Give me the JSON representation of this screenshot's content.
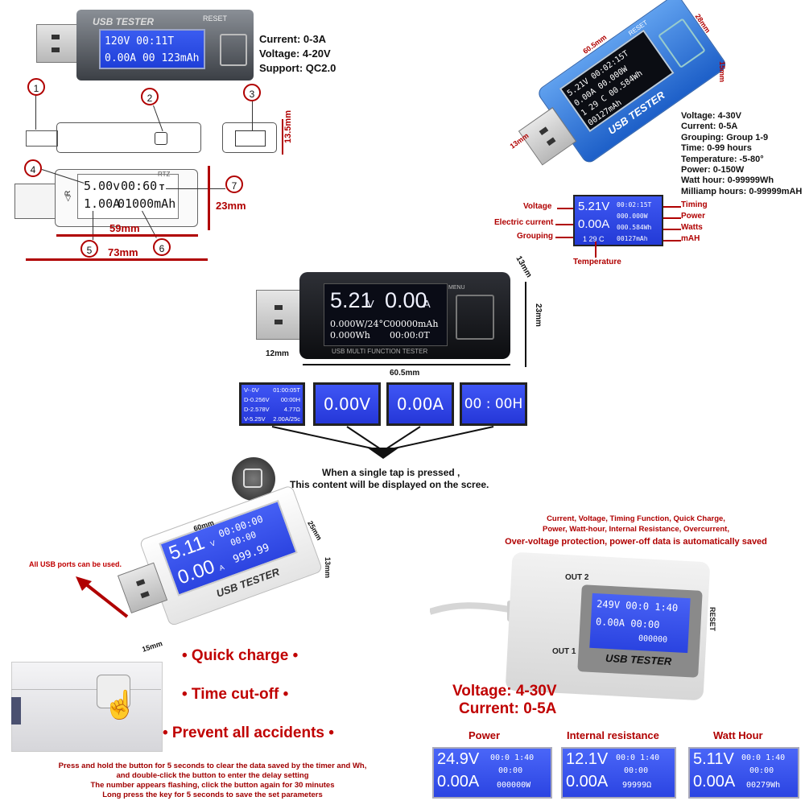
{
  "top_left": {
    "device_label": "USB TESTER",
    "reset_label": "RESET",
    "lcd_line1": "120V 00:11T",
    "lcd_line2": "0.00A 00 123mAh",
    "specs": [
      "Current: 0-3A",
      "Voltage: 4-20V",
      "Support:  QC2.0"
    ]
  },
  "callouts": [
    "1",
    "2",
    "3",
    "4",
    "5",
    "6",
    "7"
  ],
  "dims": {
    "side_height": "13.5mm",
    "front_height": "23mm",
    "screen_width": "59mm",
    "total_length": "73mm"
  },
  "line_device": {
    "voltage": "5.00v",
    "time": "00:60",
    "time_suffix": "T",
    "current": "1.00A",
    "mah": "01000mAh",
    "side_left": "◁R",
    "side_right": "RTZ"
  },
  "blue_device": {
    "dims": [
      "60.5mm",
      "28mm",
      "15mm",
      "13mm"
    ],
    "lcd": [
      "5.21V 00:02:15T",
      "0.00A 00.000W",
      "1 29 C 00.584Wh",
      "00127mAh"
    ],
    "label": "USB TESTER",
    "reset_label": "RESET",
    "specs": [
      "Voltage: 4-30V",
      "Current: 0-5A",
      "Grouping: Group 1-9",
      "Time: 0-99 hours",
      "Temperature: -5-80°",
      "Power: 0-150W",
      "Watt hour: 0-99999Wh",
      "Milliamp hours: 0-99999mAH"
    ]
  },
  "legend_lcd": {
    "left_labels": [
      "Voltage",
      "Electric current",
      "Grouping"
    ],
    "right_labels": [
      "Timing",
      "Power",
      "Watts",
      "mAH"
    ],
    "bottom_label": "Temperature",
    "voltage": "5.21V",
    "current": "0.00A",
    "group": "1 29 C",
    "time": "00:02:15T",
    "power": "000.000W",
    "wh": "000.584Wh",
    "mah": "00127mAh"
  },
  "black_device": {
    "dims": [
      "13mm",
      "23mm",
      "12mm",
      "60.5mm"
    ],
    "voltage": "5.21",
    "voltage_unit": "V",
    "current": "0.00",
    "current_unit": "A",
    "row2_left": "0.000W/24°C",
    "row2_right": "00000mAh",
    "row3_left": "0.000Wh",
    "row3_right": "00:00:0T",
    "footer": "USB MULTI FUNCTION TESTER",
    "menu_label": "MENU"
  },
  "panels": {
    "first_lines": [
      [
        "V-·0V",
        "01:00:05T"
      ],
      [
        "D-0.256V",
        "00:00H"
      ],
      [
        "D-2.578V",
        "4.77Ω"
      ],
      [
        "V-5.25V",
        "2.00A/25c"
      ]
    ],
    "p2": "0.00V",
    "p3": "0.00A",
    "p4": "00 : 00H"
  },
  "tap_caption": [
    "When a single tap is pressed ,",
    "This content will be displayed on the scree."
  ],
  "white_device": {
    "dims": [
      "60mm",
      "25mm",
      "13mm",
      "15mm"
    ],
    "lcd_voltage": "5.11",
    "lcd_v": "V",
    "lcd_time": "00:00:00",
    "lcd_current": "0.00",
    "lcd_a": "A",
    "lcd_h": "00:00",
    "lcd_mah": "999.99",
    "label": "USB TESTER",
    "ports_note": "All USB ports can be used."
  },
  "features": [
    "• Quick charge •",
    "• Time cut-off •",
    "• Prevent all accidents •"
  ],
  "instructions": [
    "Press and hold the button for 5 seconds to clear the data saved by the timer and Wh,",
    "and double-click the button to enter the delay setting",
    "The number appears flashing, click the button again for 30 minutes",
    "Long press the key for 5 seconds to save the set parameters"
  ],
  "right_bottom": {
    "headline1": "Current, Voltage, Timing Function, Quick Charge,",
    "headline2": "Power, Watt-hour, Internal Resistance, Overcurrent,",
    "headline3": "Over-voltage protection, power-off data is automatically saved",
    "out2": "OUT 2",
    "out1": "OUT 1",
    "reset": "RESET",
    "label": "USB TESTER",
    "lcd": [
      "249V 00:0 1:40",
      "0.00A 00:00",
      "000000"
    ],
    "voltage": "Voltage: 4-30V",
    "current": "Current: 0-5A",
    "modes": [
      {
        "title": "Power",
        "l1": "24.9V",
        "l2": "0.00A",
        "r1": "00:0 1:40",
        "r2": "00:00",
        "r3": "000000W"
      },
      {
        "title": "Internal resistance",
        "l1": "12.1V",
        "l2": "0.00A",
        "r1": "00:0 1:40",
        "r2": "00:00",
        "r3": "99999Ω"
      },
      {
        "title": "Watt Hour",
        "l1": "5.11V",
        "l2": "0.00A",
        "r1": "00:0 1:40",
        "r2": "00:00",
        "r3": "00279Wh"
      }
    ]
  }
}
